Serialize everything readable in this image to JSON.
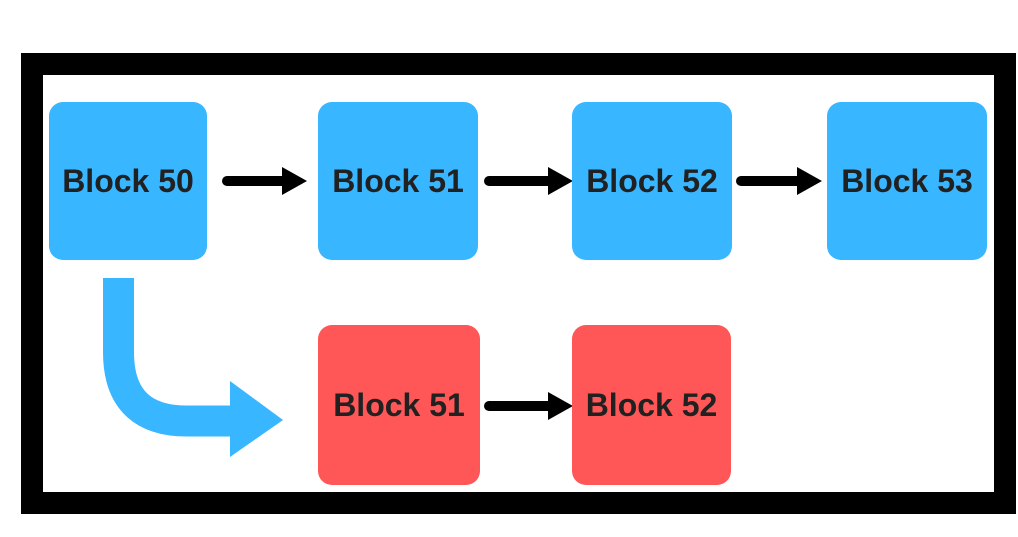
{
  "colors": {
    "background": "#FFFFFF",
    "frame": "#000000",
    "main_block": "#38B6FF",
    "fork_block": "#FF5757",
    "connector": "#000000",
    "fork_arrow": "#38B6FF",
    "block_text": "#212121"
  },
  "diagram": {
    "type": "blockchain-fork",
    "main_chain": {
      "blocks": [
        {
          "label": "Block 50"
        },
        {
          "label": "Block 51"
        },
        {
          "label": "Block 52"
        },
        {
          "label": "Block 53"
        }
      ]
    },
    "fork_chain": {
      "blocks": [
        {
          "label": "Block 51"
        },
        {
          "label": "Block 52"
        }
      ]
    }
  }
}
